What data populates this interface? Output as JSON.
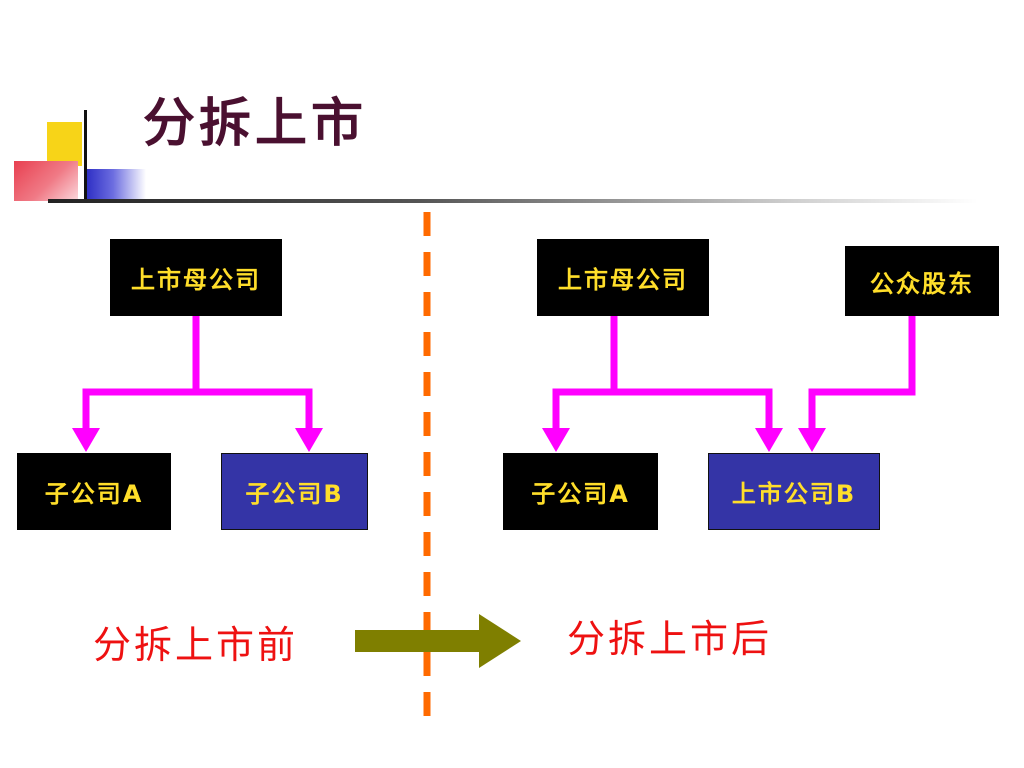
{
  "title": "分拆上市",
  "colors": {
    "node_text": "#ffde2a",
    "node_black": "#000000",
    "node_blue": "#3434a6",
    "connector": "#ff00ff",
    "divider": "#ff6a00",
    "caption": "#ee1111",
    "arrow": "#7f7f00",
    "title": "#4a1030"
  },
  "before": {
    "caption": "分拆上市前",
    "parent": "上市母公司",
    "sub_a": "子公司A",
    "sub_b": "子公司B"
  },
  "after": {
    "caption": "分拆上市后",
    "parent": "上市母公司",
    "public": "公众股东",
    "sub_a": "子公司A",
    "listed_b": "上市公司B"
  },
  "icons": {
    "transition_arrow": "right-arrow-icon"
  }
}
